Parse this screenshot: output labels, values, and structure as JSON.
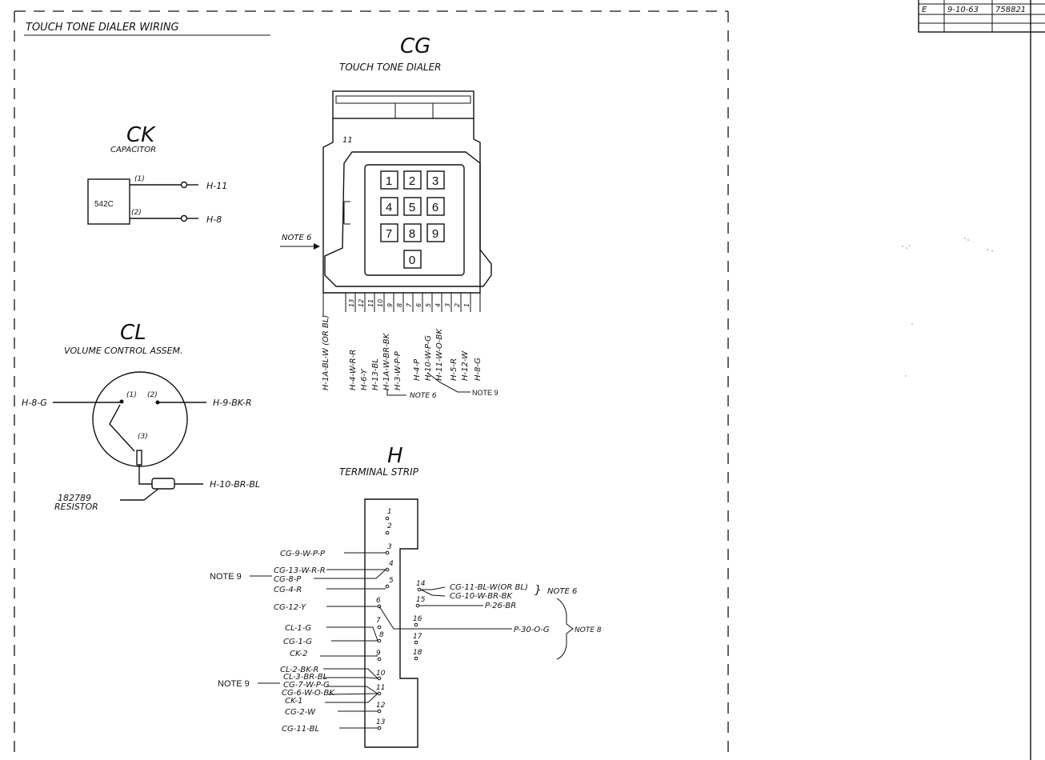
{
  "title": "TOUCH TONE DIALER WIRING",
  "revision_table": {
    "rows": [
      {
        "rev": "",
        "date": "",
        "number": ""
      },
      {
        "rev": "E",
        "date": "9-10-63",
        "number": "758821"
      },
      {
        "rev": "",
        "date": "",
        "number": ""
      }
    ]
  },
  "capacitor": {
    "letter": "CK",
    "name": "CAPACITOR",
    "part": "542C",
    "terminals": [
      {
        "pin": "(1)",
        "dest": "H-11"
      },
      {
        "pin": "(2)",
        "dest": "H-8"
      }
    ]
  },
  "volume_control": {
    "letter": "CL",
    "name": "VOLUME CONTROL ASSEM.",
    "pins": [
      "(1)",
      "(2)",
      "(3)"
    ],
    "left_wire": "H-8-G",
    "right_wire": "H-9-BK-R",
    "resistor_wire": "H-10-BR-BL",
    "resistor_label": [
      "182789",
      "RESISTOR"
    ]
  },
  "dialer": {
    "letter": "CG",
    "name": "TOUCH TONE DIALER",
    "keys": [
      "1",
      "2",
      "3",
      "4",
      "5",
      "6",
      "7",
      "8",
      "9",
      "0"
    ],
    "side_tab": "11",
    "note_arrow": "NOTE 6",
    "pin_numbers": [
      "13",
      "12",
      "11",
      "10",
      "9",
      "8",
      "7",
      "6",
      "5",
      "4",
      "3",
      "2",
      "1"
    ],
    "leads": [
      "H-1A-BL-W (OR BL)",
      "H-4-W-R-R",
      "H-6-Y",
      "H-13-BL",
      "H-1A-W-BR-BK",
      "H-3-W-P-P",
      "H-4-P",
      "H-10-W-P-G",
      "H-11-W-O-BK",
      "H-5-R",
      "H-12-W",
      "H-8-G"
    ],
    "note_left": "NOTE 6",
    "note_right": "NOTE 9"
  },
  "terminal_strip": {
    "letter": "H",
    "name": "TERMINAL STRIP",
    "left_terminals": [
      "1",
      "2",
      "3",
      "4",
      "5",
      "6",
      "7",
      "8",
      "9",
      "10",
      "11",
      "12",
      "13"
    ],
    "right_terminals": [
      "14",
      "15",
      "16",
      "17",
      "18"
    ],
    "left_wires": [
      {
        "label": "CG-9-W-P-P",
        "terminal": "3"
      },
      {
        "label": "CG-13-W-R-R",
        "terminal": "4"
      },
      {
        "label": "CG-8-P",
        "terminal": "4"
      },
      {
        "label": "CG-4-R",
        "terminal": "5"
      },
      {
        "label": "CG-12-Y",
        "terminal": "6"
      },
      {
        "label": "CL-1-G",
        "terminal": "8"
      },
      {
        "label": "CG-1-G",
        "terminal": "8"
      },
      {
        "label": "CK-2",
        "terminal": "9"
      },
      {
        "label": "CL-2-BK-R",
        "terminal": "10"
      },
      {
        "label": "CL-3-BR-BL",
        "terminal": "10"
      },
      {
        "label": "CG-7-W-P-G",
        "terminal": "11"
      },
      {
        "label": "CG-6-W-O-BK",
        "terminal": "11"
      },
      {
        "label": "CK-1",
        "terminal": "11"
      },
      {
        "label": "CG-2-W",
        "terminal": "12"
      },
      {
        "label": "CG-11-BL",
        "terminal": "13"
      }
    ],
    "right_wires": [
      {
        "label": "CG-11-BL-W(OR BL)",
        "terminal": "14"
      },
      {
        "label": "CG-10-W-BR-BK",
        "terminal": "14"
      },
      {
        "label": "P-26-BR",
        "terminal": "15"
      },
      {
        "label": "P-30-O-G",
        "terminal": "6"
      }
    ],
    "note9_upper": "NOTE 9",
    "note9_lower": "NOTE 9",
    "note6": "NOTE 6",
    "note8": "NOTE 8"
  }
}
